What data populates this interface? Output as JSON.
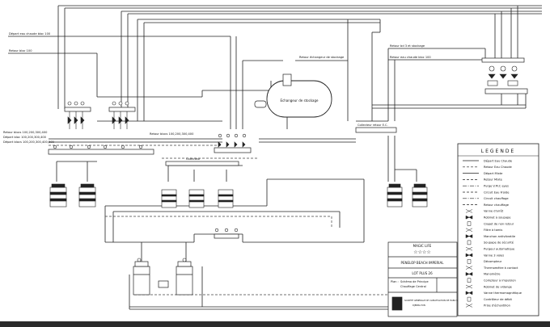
{
  "pipe_labels": {
    "depart_eau_chaude_1": "Départ eau chaude bloc 100",
    "retour_eau_chaude_1": "Retour bloc 100",
    "retour_echangeur": "Retour échangeur de stockage",
    "retour_bd": "Retour bd 3 et stockage",
    "retour_eau_chaude_2": "Retour eau chaude bloc 100",
    "retour_bloc_lower": "Retour blocs 100,200,300,400",
    "left_group": [
      "Retour blocs 100,200,300,400",
      "Départ bloc 100,200,300,400",
      "Départ blocs 100,200,300,400,500"
    ]
  },
  "equipment": {
    "echangeur": "Echangeur de stockage",
    "collector_right": "Collecteur retour E.C.",
    "collector_mid": "Collecteur"
  },
  "legend": {
    "title": "LEGENDE",
    "items": [
      "Départ Eau Chaude",
      "Retour Eau Chaude",
      "Départ Mixte",
      "Retour Mixte",
      "Purge V.M.C eyes",
      "Circuit Eau Froide",
      "Circuit chauffage",
      "Retour chauffage",
      "Vanne d'arrêt",
      "Robinet à soupape",
      "Clapet de non retour",
      "Filtre à tamis",
      "Manchon antivibratile",
      "Soupape de sécurité",
      "Purgeur automatique",
      "Vanne 3 voies",
      "Décompteur",
      "Thermomètre à contact",
      "Manomètre",
      "Compteur à impulsion",
      "Robinet de vidange",
      "Vanne thermomagnétique",
      "Contrôleur de débit",
      "Prise d'échantillon"
    ]
  },
  "title_block": {
    "project": "MAGIC LIFE",
    "stars": "☆☆☆☆",
    "hotel": "PENELOP BEACH IMPERIAL",
    "lot": "LOT PLUS 26",
    "plan_label": "Plan :",
    "plan_line1": "Schéma de Principe",
    "plan_line2": "Chauffage Central",
    "company": "SOCIÉTÉ GÉNÉRALE DE CLIMATISATION DE HABA S.A.R.L",
    "company_line2": "DJERBA-TUN"
  }
}
